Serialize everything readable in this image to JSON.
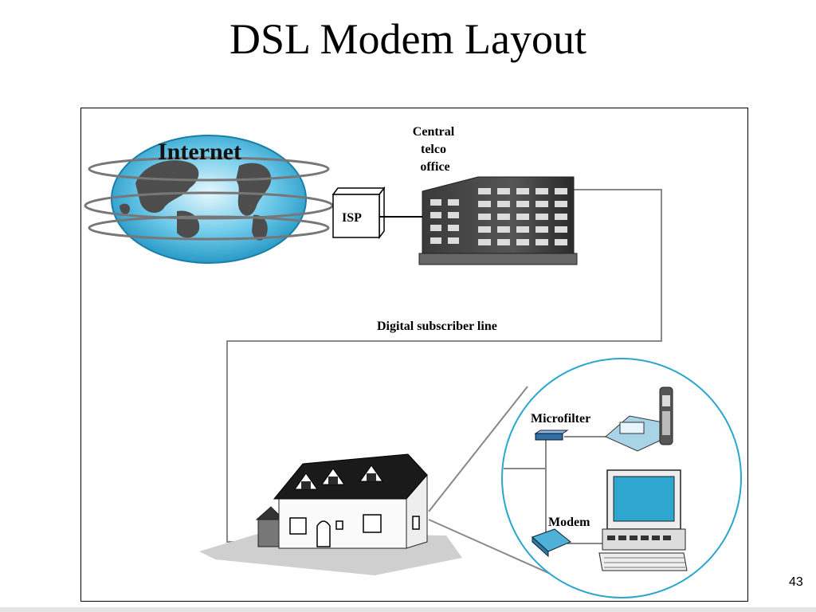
{
  "slide": {
    "title": "DSL Modem Layout",
    "page_number": "43"
  },
  "diagram": {
    "internet_label": "Internet",
    "isp_label": "ISP",
    "central_office_label_lines": [
      "Central",
      "telco",
      "office"
    ],
    "line_label": "Digital subscriber line",
    "microfilter_label": "Microfilter",
    "modem_label": "Modem"
  },
  "colors": {
    "globe_ocean": "#29a9d6",
    "globe_land": "#555555",
    "inset_circle": "#2aa6cc",
    "monitor_screen": "#2fa6cf",
    "wire": "#888888"
  }
}
